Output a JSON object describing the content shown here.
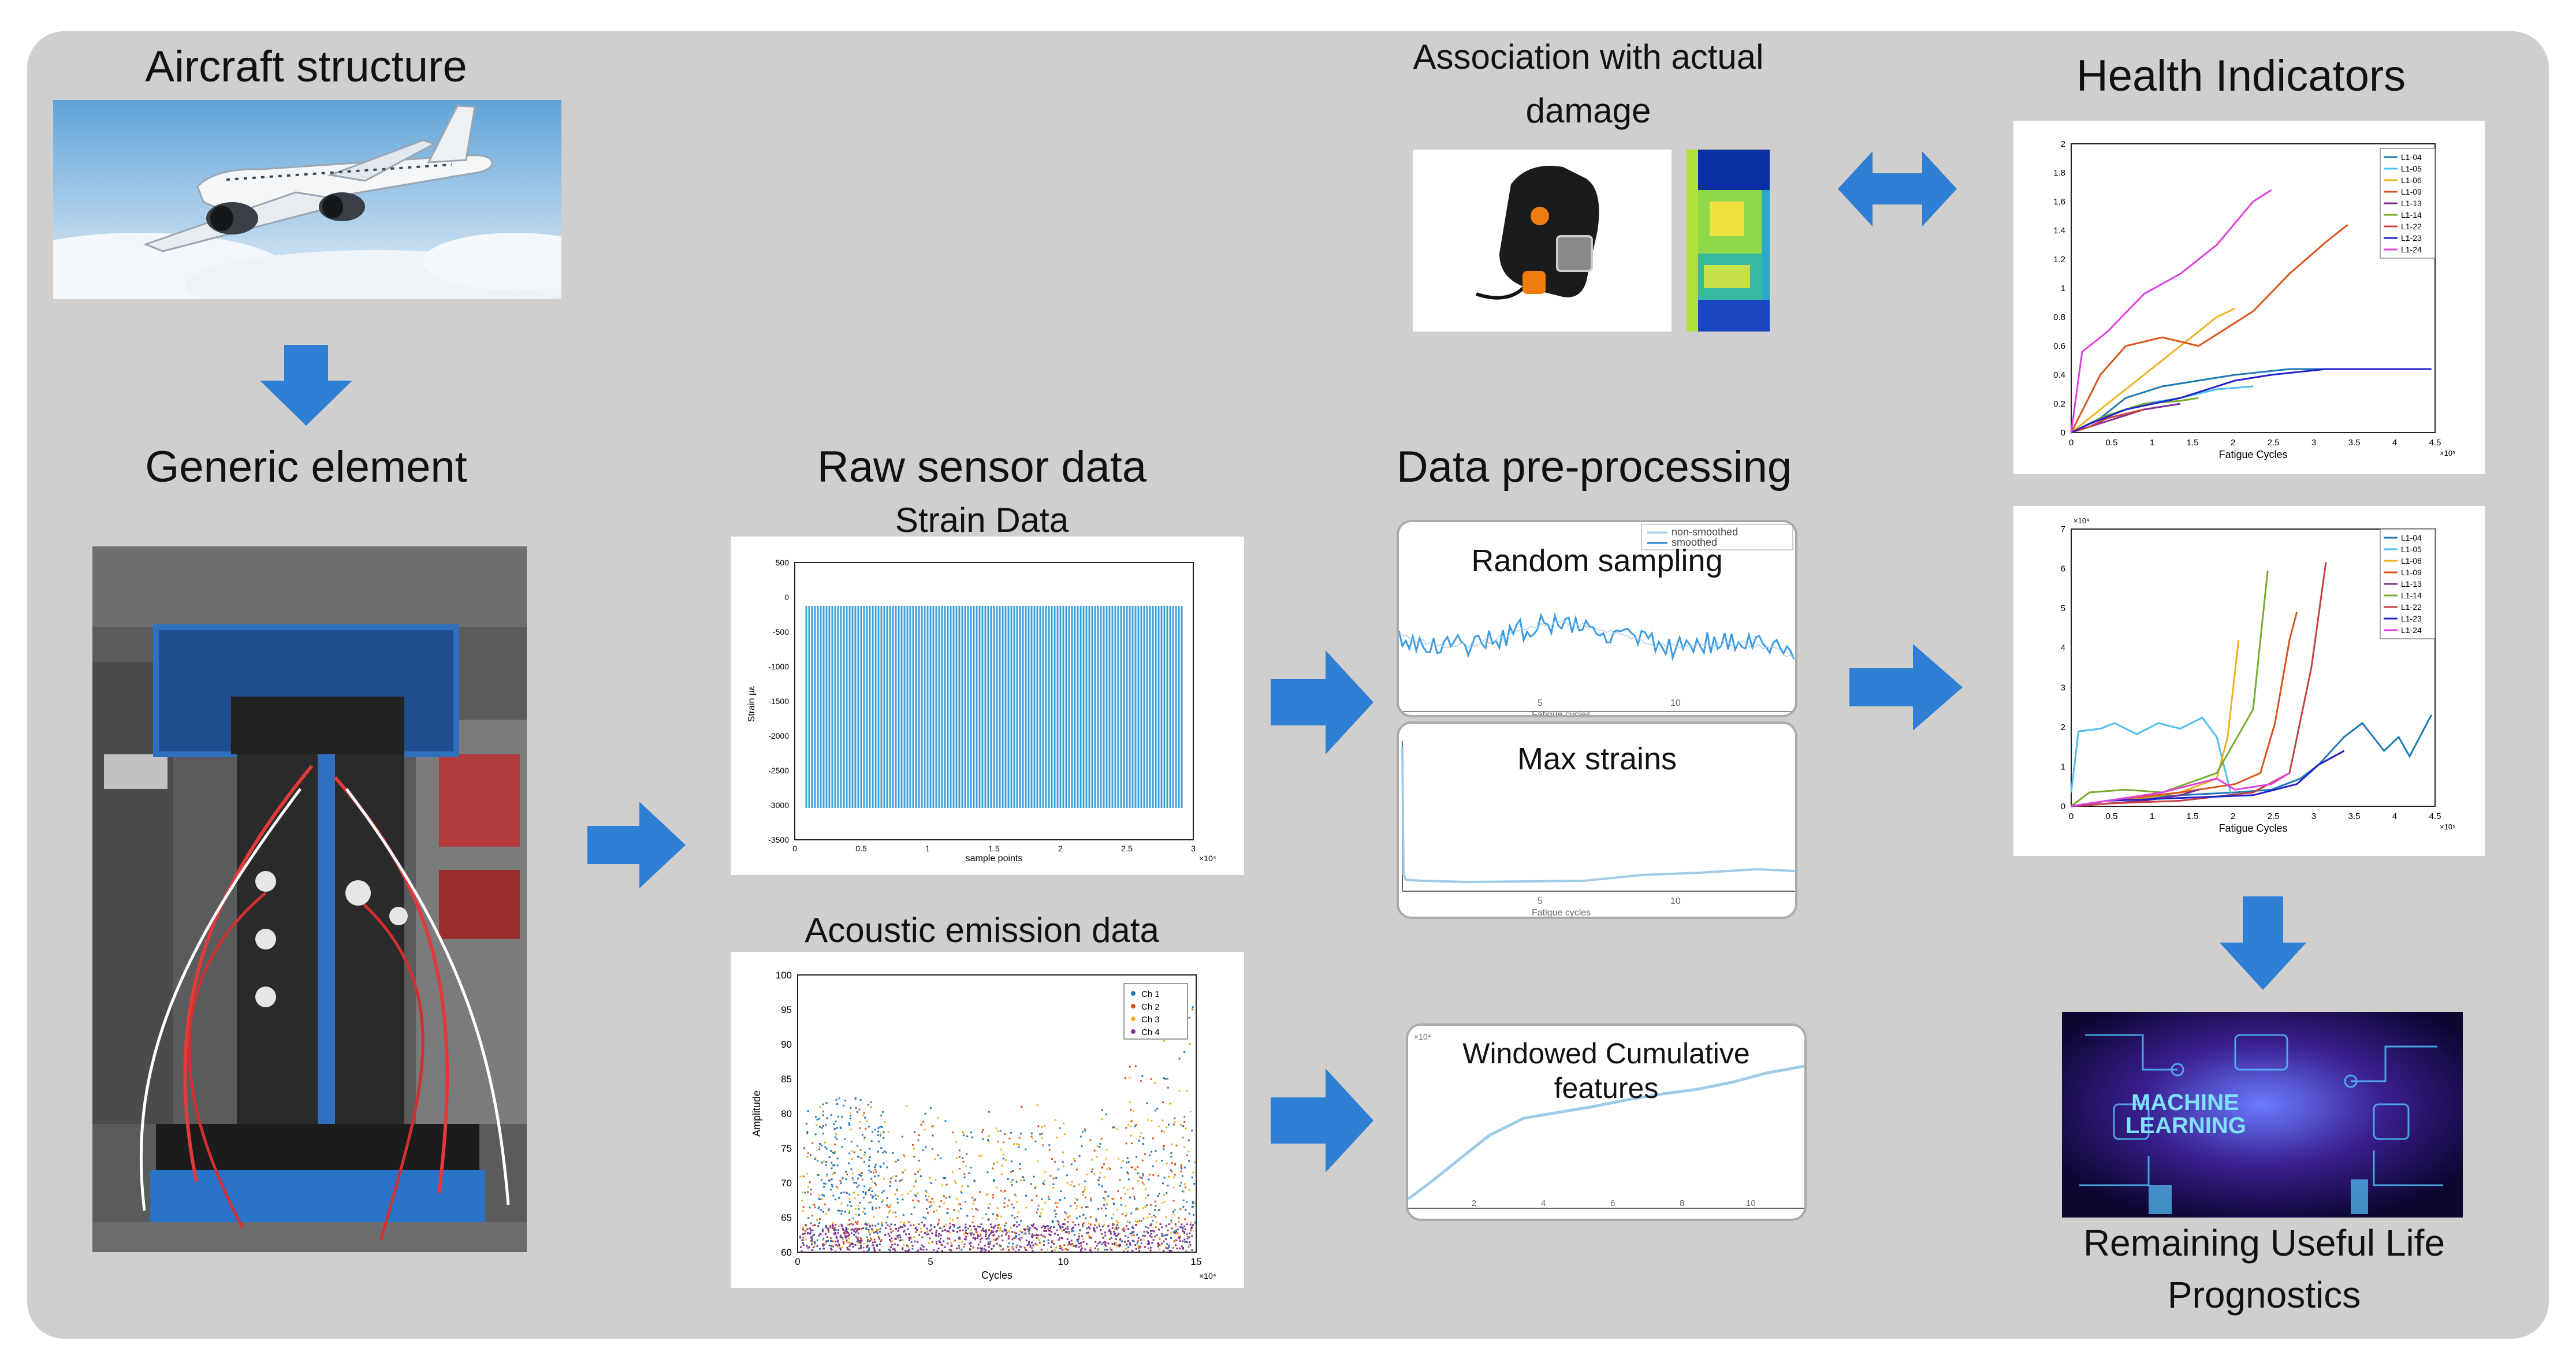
{
  "labels": {
    "aircraft": "Aircraft structure",
    "generic": "Generic element",
    "raw": "Raw sensor data",
    "strain": "Strain Data",
    "acoustic": "Acoustic emission data",
    "association_1": "Association with actual",
    "association_2": "damage",
    "preprocessing": "Data pre-processing",
    "random_sampling": "Random sampling",
    "max_strains": "Max strains",
    "windowed_1": "Windowed Cumulative",
    "windowed_2": "features",
    "health": "Health Indicators",
    "rul_1": "Remaining Useful Life",
    "rul_2": "Prognostics",
    "ml_1": "MACHINE",
    "ml_2": "LEARNING"
  },
  "strain_chart": {
    "xlabel": "sample points",
    "ylabel": "Strain µε",
    "yticks": [
      "500",
      "0",
      "-500",
      "-1000",
      "-1500",
      "-2000",
      "-2500",
      "-3000",
      "-3500"
    ],
    "xticks": [
      "0",
      "0.5",
      "1",
      "1.5",
      "2",
      "2.5",
      "3"
    ],
    "xexp": "×10⁴"
  },
  "ae_chart": {
    "xlabel": "Cycles",
    "ylabel": "Amplitude",
    "yticks": [
      "100",
      "95",
      "90",
      "85",
      "80",
      "75",
      "70",
      "65",
      "60"
    ],
    "xticks": [
      "0",
      "5",
      "10",
      "15"
    ],
    "xexp": "×10⁴",
    "legend": [
      "Ch 1",
      "Ch 2",
      "Ch 3",
      "Ch 4"
    ],
    "colors": [
      "#1f77b4",
      "#d95319",
      "#edb120",
      "#7e2f8e"
    ]
  },
  "random_chart": {
    "legend": [
      "non-smoothed",
      "smoothed"
    ],
    "xlabel": "Fatigue cycles",
    "xticks": [
      "5",
      "10"
    ]
  },
  "max_chart": {
    "xlabel": "Fatigue cycles",
    "xticks": [
      "5",
      "10"
    ]
  },
  "windowed_chart": {
    "exp": "×10⁴",
    "xticks": [
      "2",
      "4",
      "6",
      "8",
      "10"
    ]
  },
  "hi_chart1": {
    "xlabel": "Fatigue Cycles",
    "xexp": "×10⁵",
    "yticks": [
      "2",
      "1.8",
      "1.6",
      "1.4",
      "1.2",
      "1",
      "0.8",
      "0.6",
      "0.4",
      "0.2",
      "0"
    ],
    "xticks": [
      "0",
      "0.5",
      "1",
      "1.5",
      "2",
      "2.5",
      "3",
      "3.5",
      "4",
      "4.5"
    ],
    "legend": [
      "L1-04",
      "L1-05",
      "L1-06",
      "L1-09",
      "L1-13",
      "L1-14",
      "L1-22",
      "L1-23",
      "L1-24"
    ],
    "colors": [
      "#1f77b4",
      "#4dbeee",
      "#edb120",
      "#d95319",
      "#7e2f8e",
      "#77ac30",
      "#c94040",
      "#2222cc",
      "#e040e0"
    ]
  },
  "hi_chart2": {
    "xlabel": "Fatigue Cycles",
    "xexp": "×10⁵",
    "yexp": "×10⁴",
    "yticks": [
      "7",
      "6",
      "5",
      "4",
      "3",
      "2",
      "1",
      "0"
    ],
    "xticks": [
      "0",
      "0.5",
      "1",
      "1.5",
      "2",
      "2.5",
      "3",
      "3.5",
      "4",
      "4.5"
    ],
    "legend": [
      "L1-04",
      "L1-05",
      "L1-06",
      "L1-09",
      "L1-13",
      "L1-14",
      "L1-22",
      "L1-23",
      "L1-24"
    ],
    "colors": [
      "#1f77b4",
      "#4dbeee",
      "#edb120",
      "#d95319",
      "#7e2f8e",
      "#77ac30",
      "#c94040",
      "#2222cc",
      "#e040e0"
    ]
  },
  "colors": {
    "panel": "#d0cfcd",
    "arrow": "#2f7fd4",
    "strain": "#3c9fd8"
  }
}
